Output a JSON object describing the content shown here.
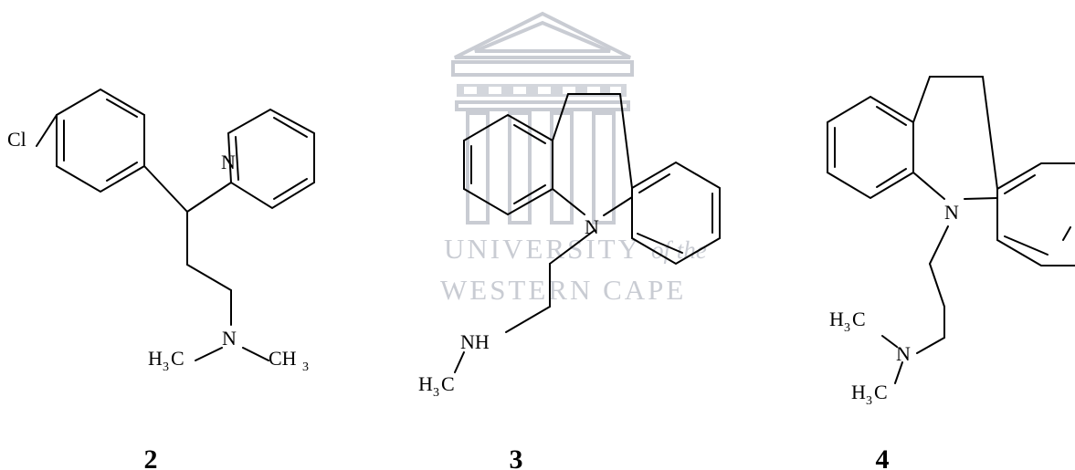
{
  "watermark": {
    "line1": "UNIVERSITY",
    "line1_suffix": "of the",
    "line2": "WESTERN CAPE"
  },
  "compounds": [
    {
      "number": "2",
      "atoms": {
        "cl": "Cl",
        "n_ring": "N",
        "n_amine": "N",
        "h3c": "H",
        "h3c_sub": "3",
        "h3c_c": "C",
        "ch3_c": "CH",
        "ch3_sub": "3"
      }
    },
    {
      "number": "3",
      "atoms": {
        "n_ring": "N",
        "nh": "NH",
        "h3c": "H",
        "h3c_sub": "3",
        "h3c_c": "C"
      }
    },
    {
      "number": "4",
      "atoms": {
        "n_ring": "N",
        "n_amine": "N",
        "h3c_top": "H",
        "h3c_top_sub": "3",
        "h3c_top_c": "C",
        "h3c_bot": "H",
        "h3c_bot_sub": "3",
        "h3c_bot_c": "C"
      }
    }
  ]
}
